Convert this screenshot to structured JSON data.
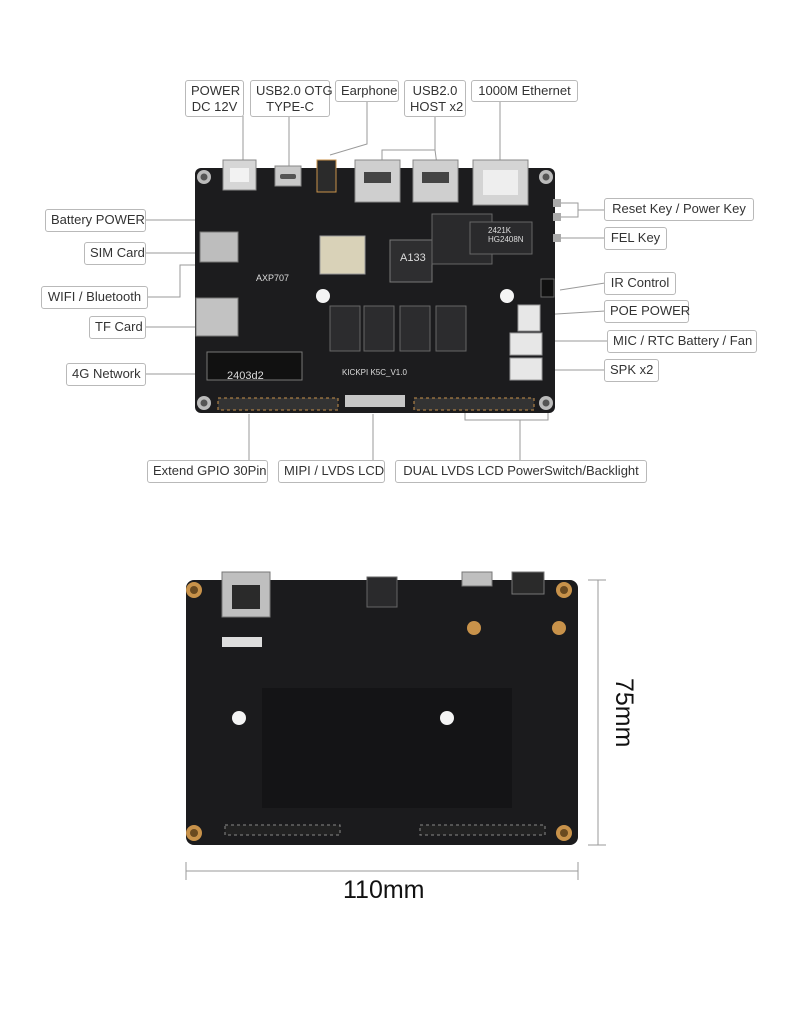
{
  "labels": {
    "power": [
      "POWER",
      "DC 12V"
    ],
    "usb_otg": [
      "USB2.0 OTG",
      "TYPE-C"
    ],
    "earphone": [
      "Earphone"
    ],
    "usb_host": [
      "USB2.0",
      "HOST x2"
    ],
    "ethernet": [
      "1000M Ethernet"
    ],
    "battery_power": [
      "Battery POWER"
    ],
    "sim_card": [
      "SIM Card"
    ],
    "wifi_bt": [
      "WIFI / Bluetooth"
    ],
    "tf_card": [
      "TF Card"
    ],
    "network_4g": [
      "4G Network"
    ],
    "reset_power_key": [
      "Reset Key / Power Key"
    ],
    "fel_key": [
      "FEL Key"
    ],
    "ir_control": [
      "IR Control"
    ],
    "poe_power": [
      "POE POWER"
    ],
    "mic_rtc_fan": [
      "MIC / RTC Battery / Fan"
    ],
    "spk": [
      "SPK x2"
    ],
    "gpio": [
      "Extend GPIO 30Pin"
    ],
    "mipi_lvds": [
      "MIPI / LVDS LCD"
    ],
    "dual_lvds": [
      "DUAL LVDS LCD PowerSwitch/Backlight"
    ]
  },
  "board_markings": {
    "soc": "A133",
    "pmic": "AXP707",
    "model": "KICKPI K5C_V1.0",
    "lot": "2403d2",
    "chip_code": "2421K",
    "chip_code2": "HG2408N"
  },
  "dimensions": {
    "height": "75mm",
    "width": "110mm"
  },
  "colors": {
    "board": "#1c1c1e",
    "label_border": "#b9b9b9",
    "line": "#9a9a9a",
    "gold": "#c8924a"
  }
}
